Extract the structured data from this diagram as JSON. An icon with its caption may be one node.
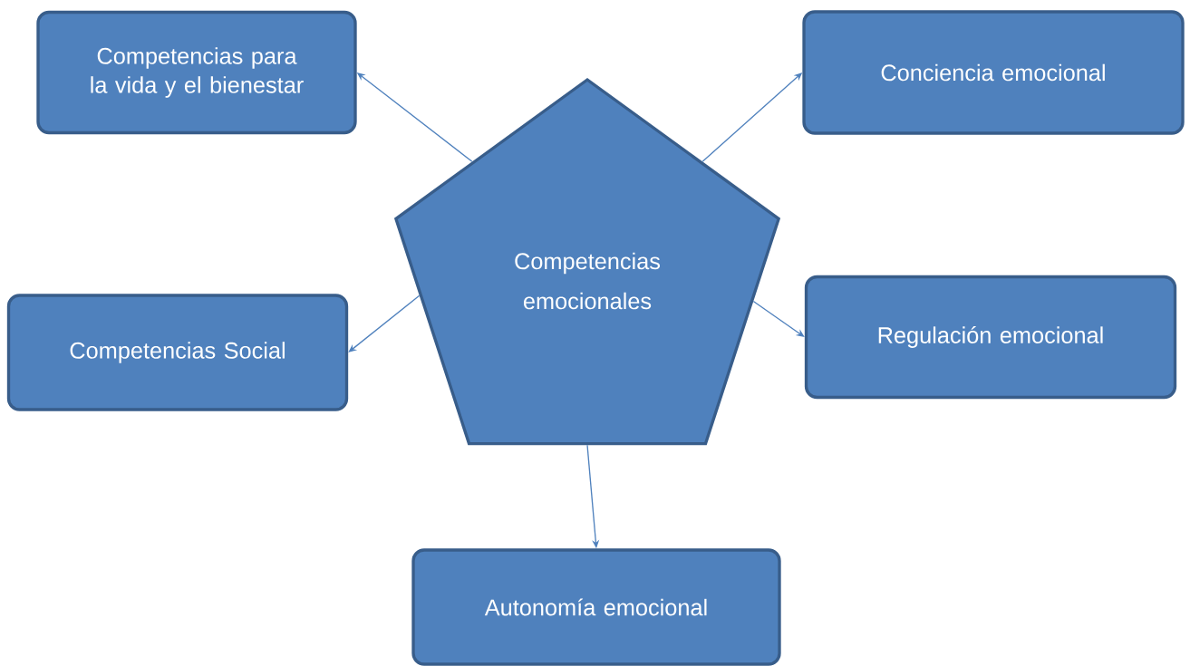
{
  "diagram": {
    "nodes": [
      {
        "text": [
          "Competencias emocionales"
        ]
      },
      {
        "text": [
          "Competencias para la vida y el bienestar"
        ]
      },
      {
        "text": [
          "Conciencia emocional"
        ]
      },
      {
        "text": [
          "Competencias Social"
        ]
      },
      {
        "text": [
          "Regulación emocional"
        ]
      },
      {
        "text": [
          "Autonomía emocional"
        ]
      }
    ],
    "edges": [
      {
        "from": 0,
        "to": 1,
        "arrow": "to"
      },
      {
        "from": 0,
        "to": 2,
        "arrow": "to"
      },
      {
        "from": 0,
        "to": 3,
        "arrow": "to"
      },
      {
        "from": 0,
        "to": 4,
        "arrow": "to"
      },
      {
        "from": 0,
        "to": 5,
        "arrow": "to"
      }
    ]
  }
}
